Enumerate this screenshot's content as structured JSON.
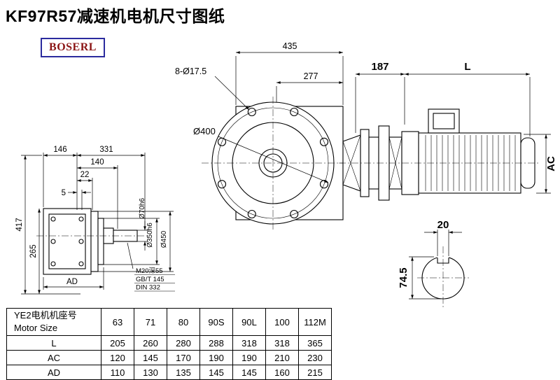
{
  "page": {
    "title": "KF97R57减速机电机尺寸图纸",
    "logo": "BOSERL"
  },
  "front_view": {
    "dim_width": "435",
    "dim_inner": "277",
    "bolt_holes": "8-Ø17.5",
    "flange_dia": "Ø400",
    "dim_187": "187",
    "dim_motor_len": "L",
    "dim_motor_dia": "AC"
  },
  "side_view": {
    "dim_146": "146",
    "dim_331": "331",
    "dim_140": "140",
    "dim_22": "22",
    "dim_5": "5",
    "dim_417": "417",
    "dim_265": "265",
    "dim_ad": "AD",
    "shaft_dia": "Ø70h6",
    "spigot_dia": "Ø350h6",
    "flange_dia": "Ø450",
    "tap_hole": "M20深55",
    "std_gb": "GB/T 145",
    "std_din": "DIN 332"
  },
  "shaft_section": {
    "keyway_width": "20",
    "bore_height": "74.5"
  },
  "table": {
    "header_line1": "YE2电机机座号",
    "header_line2": "Motor Size",
    "columns": [
      "63",
      "71",
      "80",
      "90S",
      "90L",
      "100",
      "112M"
    ],
    "rows": [
      {
        "label": "L",
        "values": [
          "205",
          "260",
          "280",
          "288",
          "318",
          "318",
          "365"
        ]
      },
      {
        "label": "AC",
        "values": [
          "120",
          "145",
          "170",
          "190",
          "190",
          "210",
          "230"
        ]
      },
      {
        "label": "AD",
        "values": [
          "110",
          "130",
          "135",
          "145",
          "145",
          "160",
          "215"
        ]
      }
    ]
  }
}
